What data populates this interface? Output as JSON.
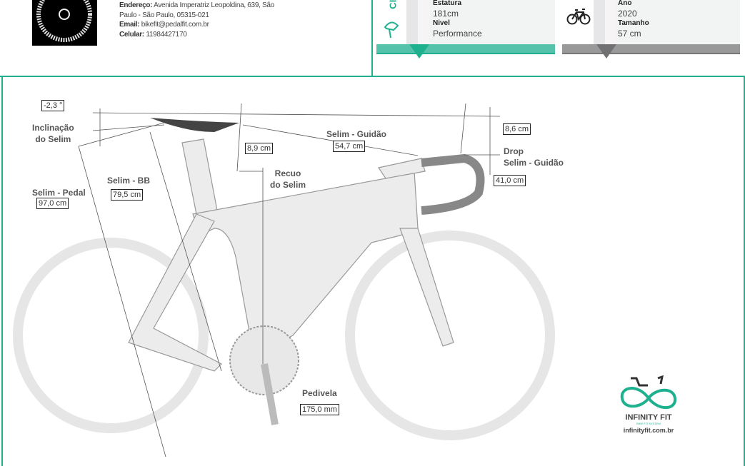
{
  "header": {
    "address_label": "Endereço:",
    "address_value": "Avenida Imperatriz Leopoldina, 639, São",
    "address_value_2": "Paulo - São Paulo, 05315-021",
    "email_label": "Email:",
    "email_value": "bikefit@pedalfit.com.br",
    "phone_label": "Celular:",
    "phone_value": "11984427170"
  },
  "cyclist_card": {
    "side_text": "CIC",
    "icon": "helmet-icon",
    "height_label": "Estatura",
    "height_value": "181cm",
    "level_label": "Nivel",
    "level_value": "Performance",
    "accent": "#1fb08f"
  },
  "bike_card": {
    "icon": "bicycle-icon",
    "year_label": "Ano",
    "year_value": "2020",
    "size_label": "Tamanho",
    "size_value": "57 cm",
    "accent": "#8e8e90"
  },
  "measurements": {
    "saddle_tilt": {
      "label_1": "Inclinação",
      "label_2": "do Selim",
      "value": "-2,3 °"
    },
    "saddle_setback": {
      "label_1": "Recuo",
      "label_2": "do Selim",
      "value": "8,9 cm"
    },
    "saddle_handlebar": {
      "label": "Selim - Guidão",
      "value": "54,7 cm"
    },
    "drop": {
      "label_1": "Drop",
      "label_2": "Selim - Guidão",
      "value": "8,6 cm"
    },
    "handlebar_width": {
      "value": "41,0 cm"
    },
    "saddle_bb": {
      "label": "Selim - BB",
      "value": "79,5 cm"
    },
    "saddle_pedal": {
      "label": "Selim - Pedal",
      "value": "97,0 cm"
    },
    "crank": {
      "label": "Pedivela",
      "value": "175,0 mm"
    }
  },
  "brand": {
    "name": "INFINITY FIT",
    "tagline": "BIKE FIT SYSTEM",
    "url": "infinityfit.com.br",
    "color": "#1fb08f"
  }
}
